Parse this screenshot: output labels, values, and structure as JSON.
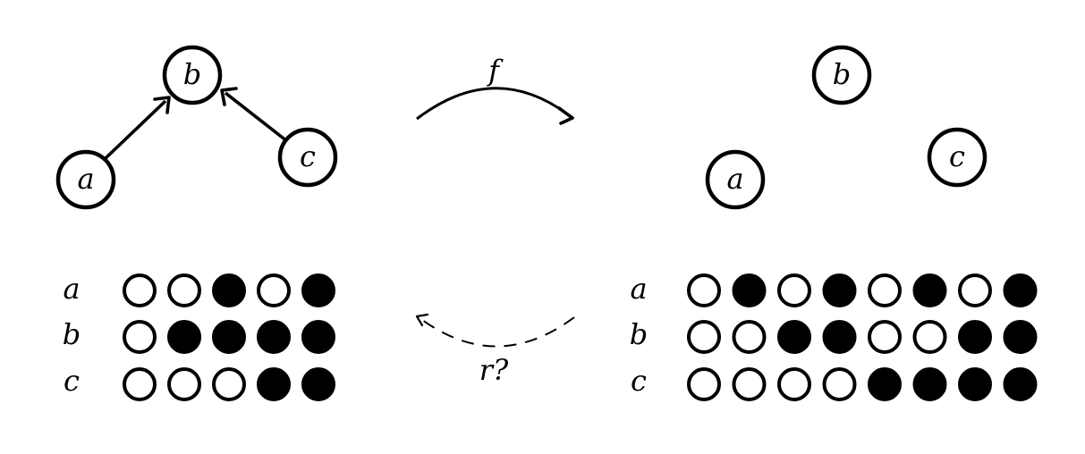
{
  "left_graph": {
    "nodes": [
      {
        "id": "a",
        "label": "a"
      },
      {
        "id": "b",
        "label": "b"
      },
      {
        "id": "c",
        "label": "c"
      }
    ],
    "edges": [
      {
        "from": "a",
        "to": "b"
      },
      {
        "from": "c",
        "to": "b"
      }
    ]
  },
  "right_graph": {
    "nodes": [
      {
        "id": "a",
        "label": "a"
      },
      {
        "id": "b",
        "label": "b"
      },
      {
        "id": "c",
        "label": "c"
      }
    ],
    "edges": []
  },
  "forward_map": {
    "label": "f",
    "style": "solid"
  },
  "reverse_map": {
    "label": "r?",
    "style": "dashed"
  },
  "left_table": {
    "row_labels": [
      "a",
      "b",
      "c"
    ],
    "rows": [
      [
        0,
        0,
        1,
        0,
        1
      ],
      [
        0,
        1,
        1,
        1,
        1
      ],
      [
        0,
        0,
        0,
        1,
        1
      ]
    ]
  },
  "right_table": {
    "row_labels": [
      "a",
      "b",
      "c"
    ],
    "rows": [
      [
        0,
        1,
        0,
        1,
        0,
        1,
        0,
        1
      ],
      [
        0,
        0,
        1,
        1,
        0,
        0,
        1,
        1
      ],
      [
        0,
        0,
        0,
        0,
        1,
        1,
        1,
        1
      ]
    ]
  },
  "colors": {
    "filled": "#000000",
    "empty": "#ffffff",
    "stroke": "#000000"
  }
}
